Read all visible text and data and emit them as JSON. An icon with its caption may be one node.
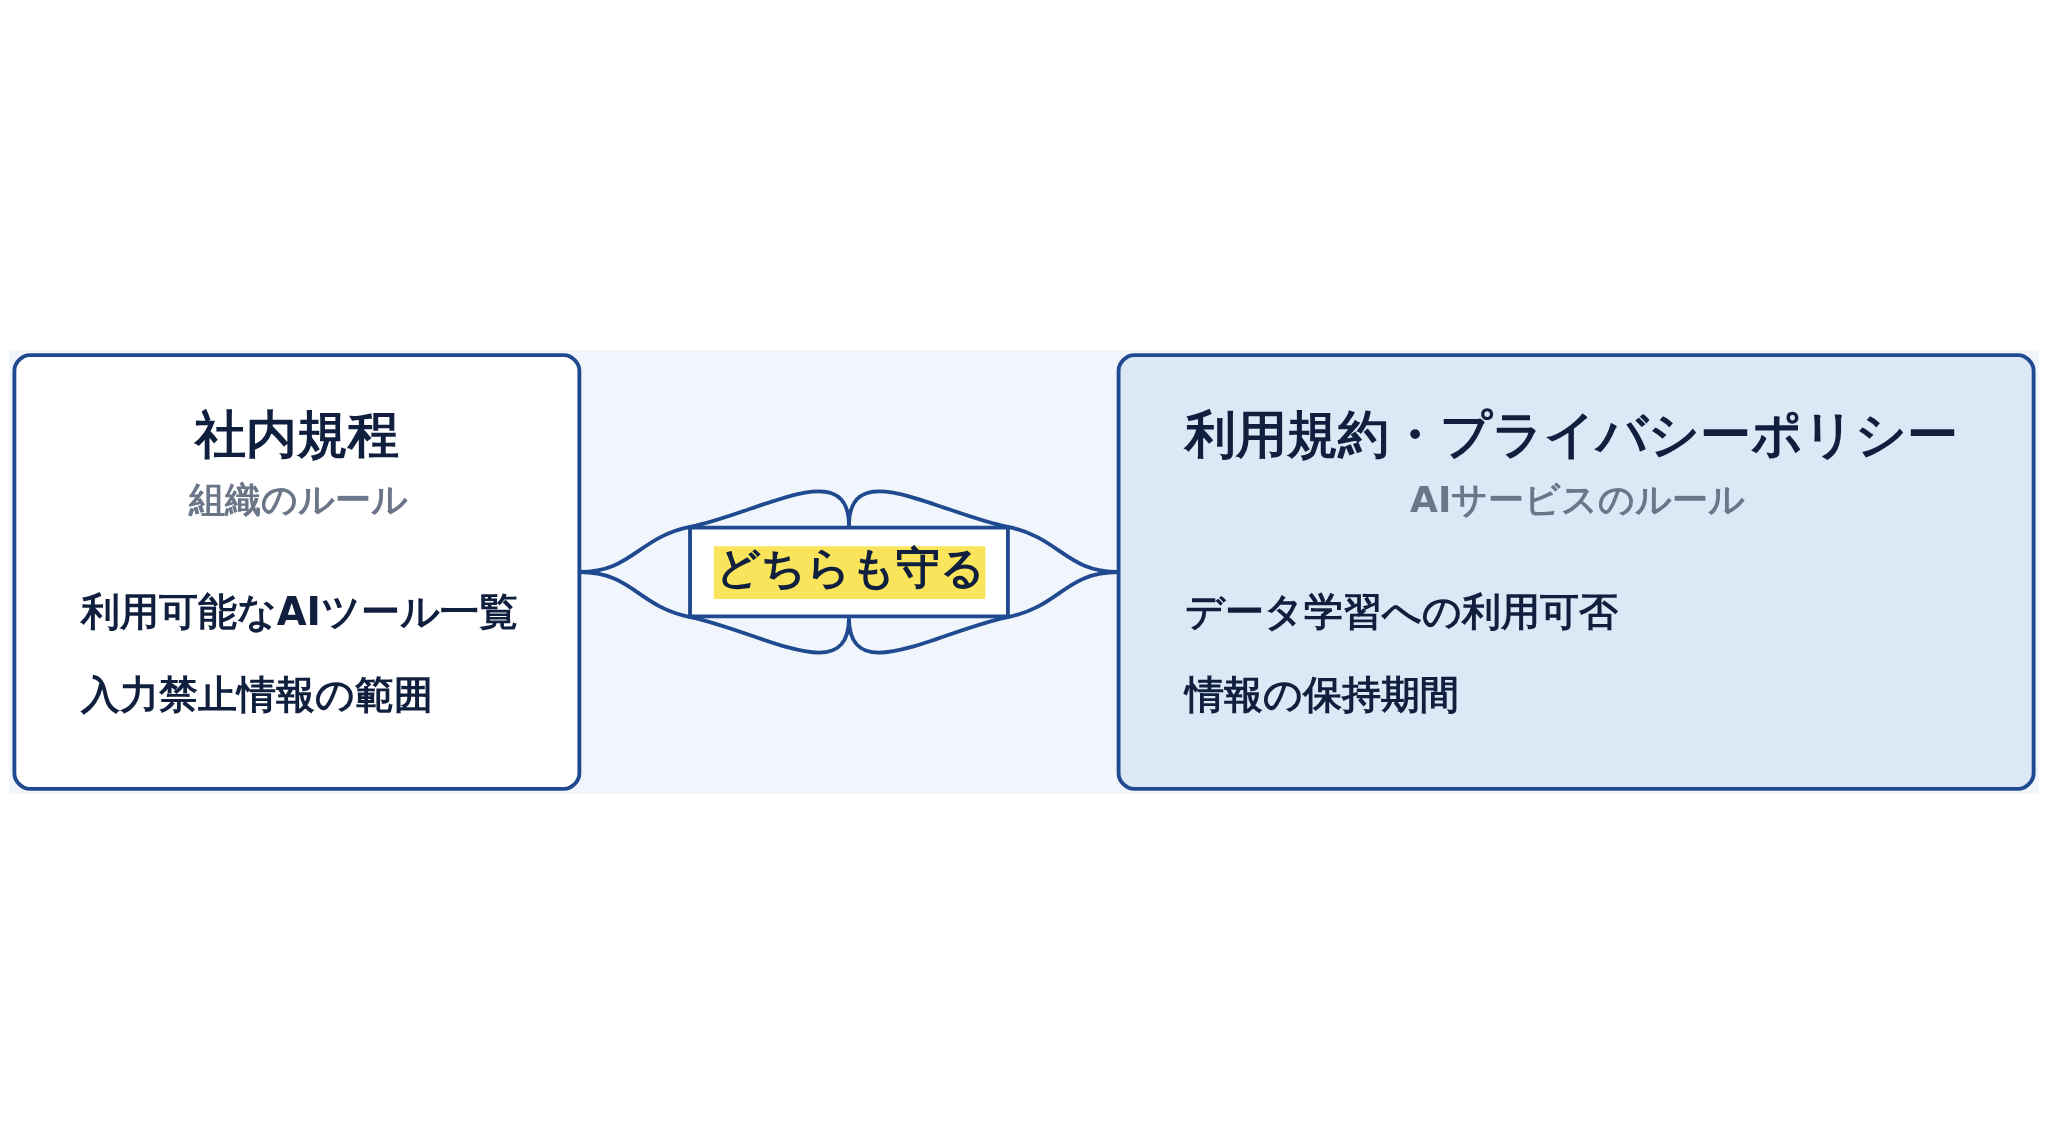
{
  "diagram": {
    "nodes": [
      {
        "text": [
          "社内規程",
          "組織のルール",
          "利用可能なAIツール一覧",
          "入力禁止情報の範囲"
        ]
      },
      {
        "text": [
          "どちらも守る"
        ]
      },
      {
        "text": [
          "利用規約・プライバシーポリシー",
          "AIサービスのルール",
          "データ学習への利用可否",
          "情報の保持期間"
        ]
      }
    ],
    "edges": [
      {
        "from": 0,
        "to": 1,
        "arrow": "none"
      },
      {
        "from": 0,
        "to": 1,
        "arrow": "none"
      },
      {
        "from": 1,
        "to": 2,
        "arrow": "none"
      },
      {
        "from": 1,
        "to": 2,
        "arrow": "none"
      }
    ]
  }
}
